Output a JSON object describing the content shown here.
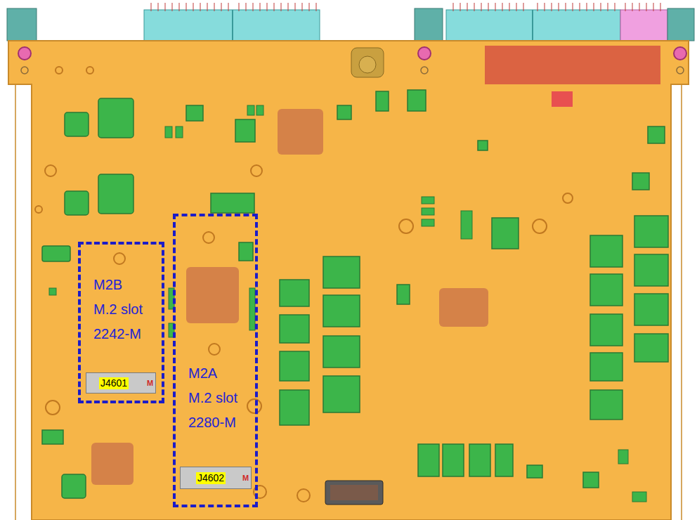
{
  "diagram": {
    "nodes": [
      {
        "text": [
          "M2B M.2 slot 2242-M"
        ]
      },
      {
        "text": [
          "J4601",
          "M"
        ],
        "in": 0
      },
      {
        "text": [
          "M2A M.2 slot 2280-M"
        ]
      },
      {
        "text": [
          "J4602",
          "M"
        ],
        "in": 2
      }
    ]
  }
}
